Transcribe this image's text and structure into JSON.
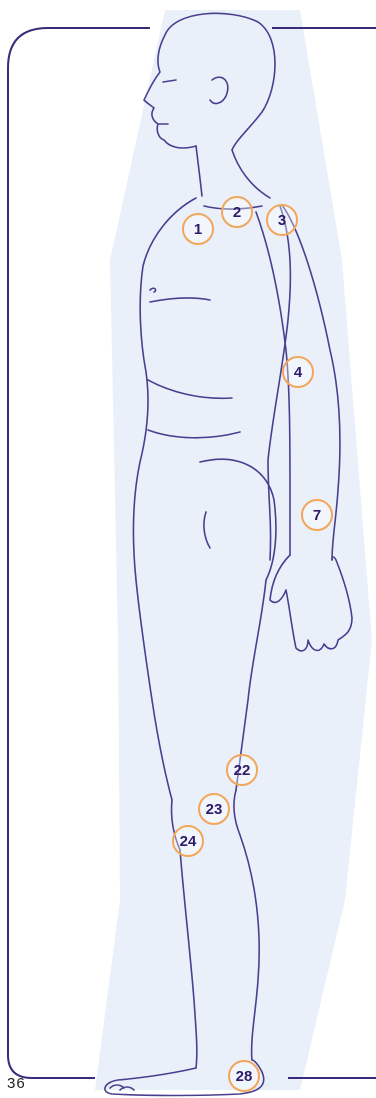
{
  "page_number": "36",
  "colors": {
    "frame": "#3b2a7a",
    "outline": "#4a3f8f",
    "highlight": "#eaf0fa",
    "marker_ring": "#f2a65a",
    "marker_text": "#2e1a6b"
  },
  "joint_markers": [
    {
      "label": "1"
    },
    {
      "label": "2"
    },
    {
      "label": "3"
    },
    {
      "label": "4"
    },
    {
      "label": "7"
    },
    {
      "label": "22"
    },
    {
      "label": "23"
    },
    {
      "label": "24"
    },
    {
      "label": "28"
    }
  ]
}
